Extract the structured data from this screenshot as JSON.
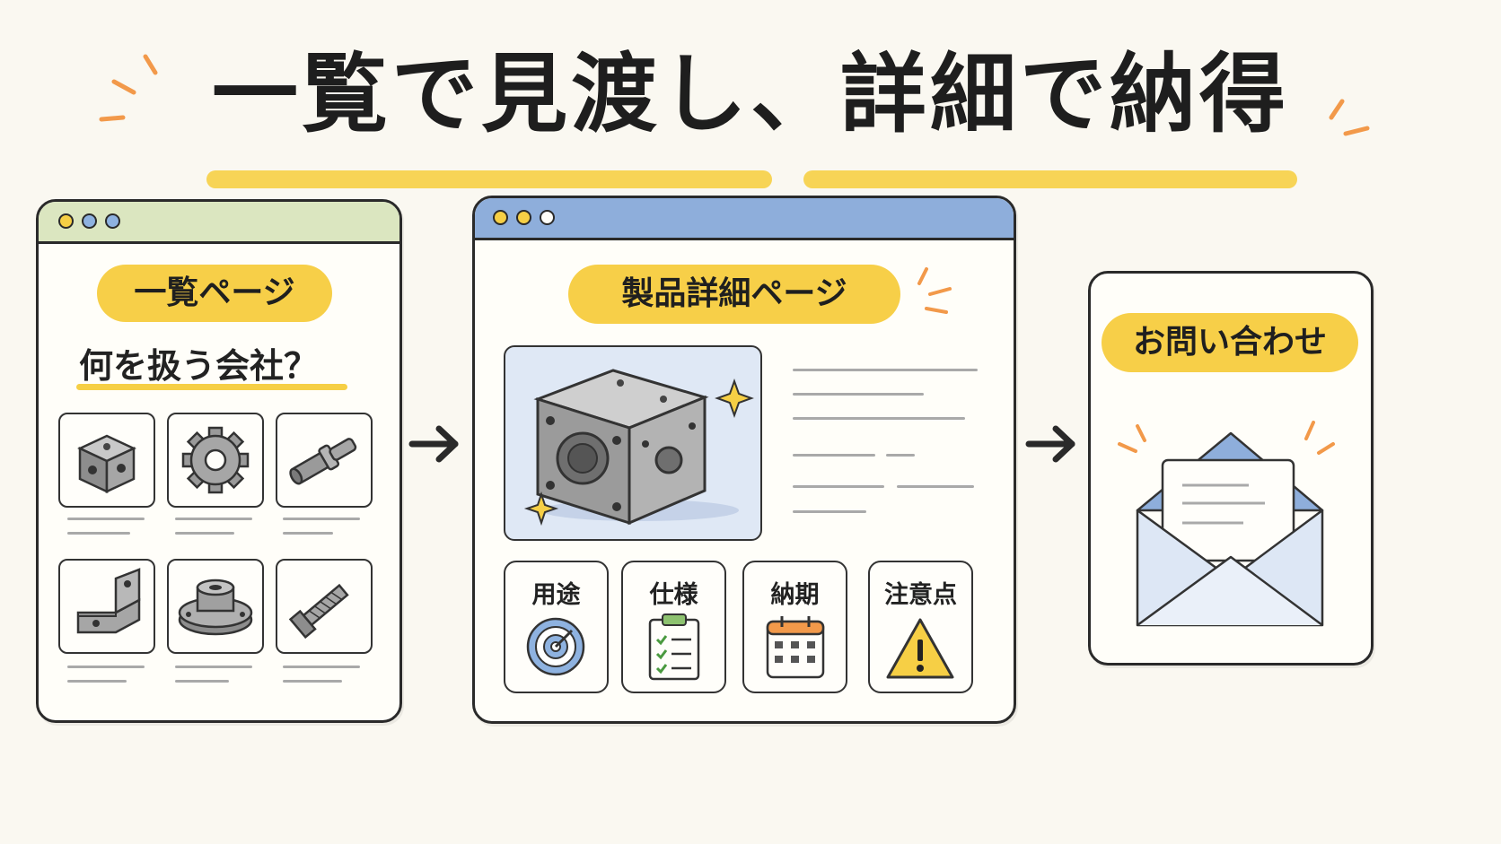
{
  "title": "一覧で見渡し、詳細で納得",
  "colors": {
    "accent_yellow": "#f7cf48",
    "list_bar": "#dbe6c0",
    "detail_bar": "#8eaedb",
    "spark_orange": "#f2994a",
    "dot_yellow": "#f6cf45",
    "dot_blue": "#8eb2e0"
  },
  "list_page": {
    "label": "一覧ページ",
    "question": "何を扱う会社？",
    "products": [
      {
        "icon": "cube-block-icon"
      },
      {
        "icon": "gear-icon"
      },
      {
        "icon": "shaft-icon"
      },
      {
        "icon": "bracket-icon"
      },
      {
        "icon": "flange-icon"
      },
      {
        "icon": "bolt-icon"
      }
    ]
  },
  "detail_page": {
    "label": "製品詳細ページ",
    "product_icon": "machined-block-icon",
    "cards": [
      {
        "label": "用途",
        "icon": "target-icon"
      },
      {
        "label": "仕様",
        "icon": "checklist-icon"
      },
      {
        "label": "納期",
        "icon": "calendar-icon"
      },
      {
        "label": "注意点",
        "icon": "warning-icon"
      }
    ]
  },
  "contact": {
    "label": "お問い合わせ",
    "icon": "envelope-icon"
  }
}
